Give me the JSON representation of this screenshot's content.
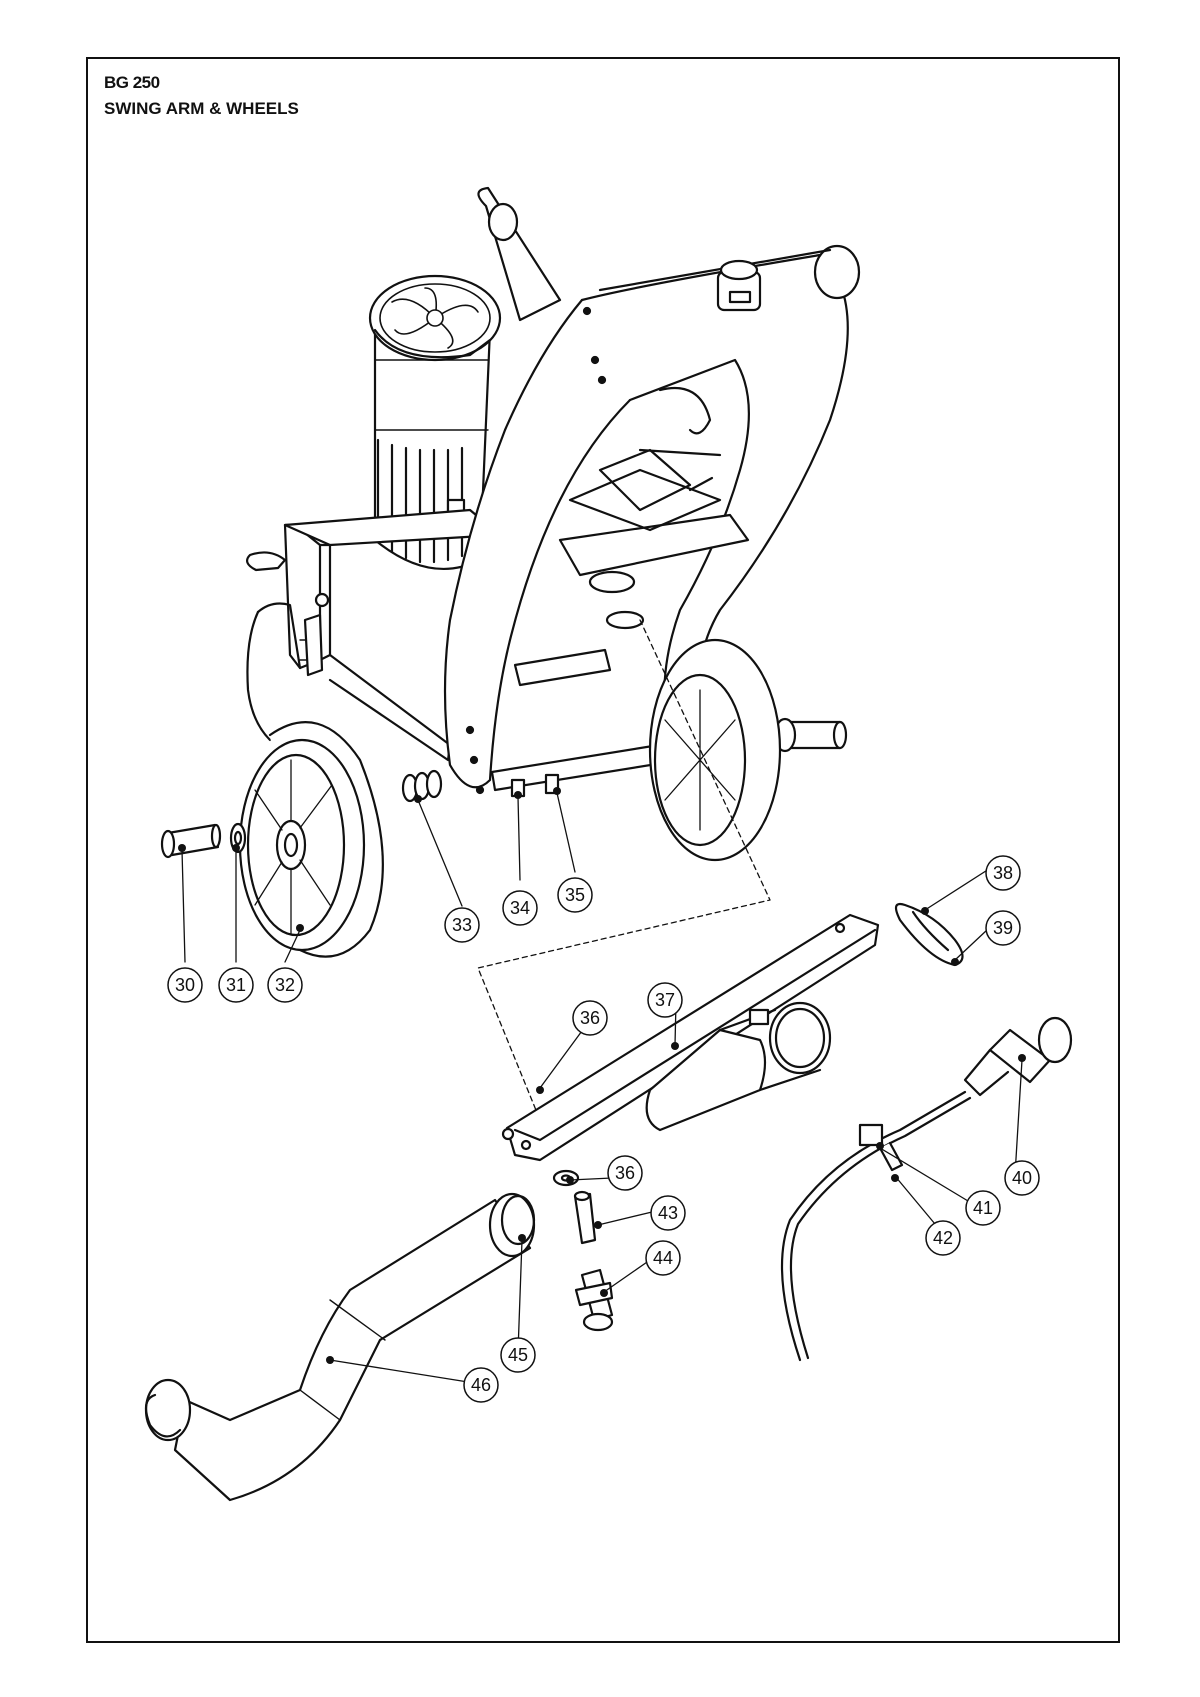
{
  "header": {
    "model": "BG 250",
    "section": "SWING ARM & WHEELS"
  },
  "callouts": [
    "30",
    "31",
    "32",
    "33",
    "34",
    "35",
    "36",
    "36",
    "37",
    "38",
    "39",
    "40",
    "41",
    "42",
    "43",
    "44",
    "45",
    "46"
  ],
  "colors": {
    "line": "#111111",
    "paper": "#ffffff",
    "shade": "#e6e6e6"
  }
}
